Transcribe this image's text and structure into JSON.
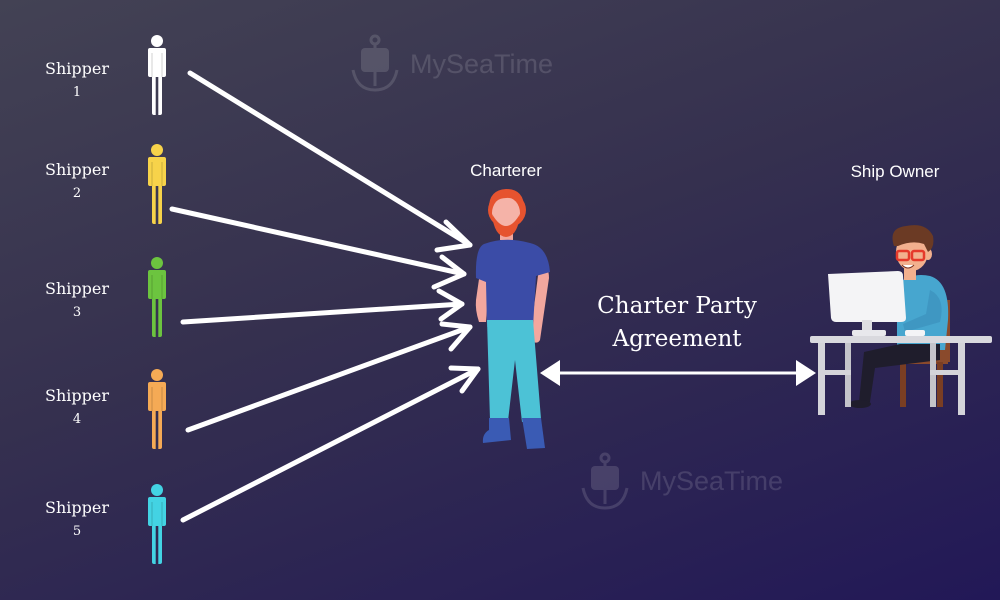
{
  "watermark": {
    "text": "MySeaTime"
  },
  "shippers": [
    {
      "label": "Shipper",
      "number": "1",
      "color": "#ffffff"
    },
    {
      "label": "Shipper",
      "number": "2",
      "color": "#f7d34a"
    },
    {
      "label": "Shipper",
      "number": "3",
      "color": "#6cc43f"
    },
    {
      "label": "Shipper",
      "number": "4",
      "color": "#f5aa55"
    },
    {
      "label": "Shipper",
      "number": "5",
      "color": "#43d3e3"
    }
  ],
  "charterer": {
    "title": "Charterer"
  },
  "ship_owner": {
    "title": "Ship Owner"
  },
  "agreement": {
    "line1": "Charter Party",
    "line2": "Agreement"
  }
}
